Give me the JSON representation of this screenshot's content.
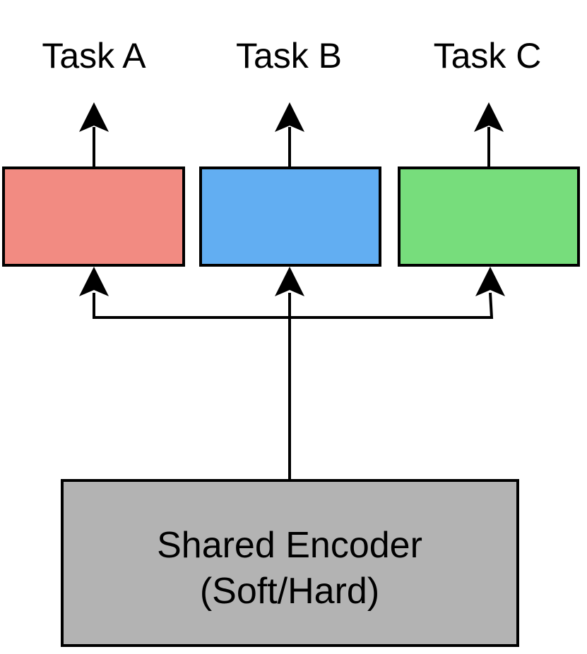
{
  "tasks": [
    {
      "label": "Task A",
      "color": "#f28b82"
    },
    {
      "label": "Task B",
      "color": "#62aef2"
    },
    {
      "label": "Task C",
      "color": "#77dd7c"
    }
  ],
  "encoder": {
    "line1": "Shared Encoder",
    "line2": "(Soft/Hard)",
    "color": "#b3b3b3"
  },
  "edge_color": "#000000"
}
